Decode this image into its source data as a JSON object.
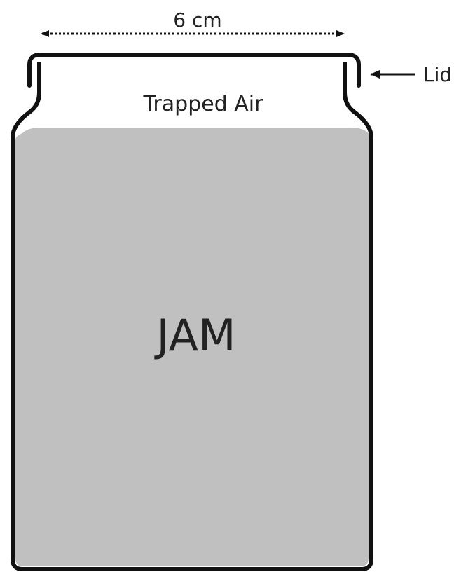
{
  "diagram": {
    "width_label": "6 cm",
    "lid_label": "Lid",
    "air_label": "Trapped Air",
    "contents_label": "JAM"
  },
  "colors": {
    "jam": "#c0c0c0",
    "outline": "#111111",
    "text": "#222222"
  }
}
